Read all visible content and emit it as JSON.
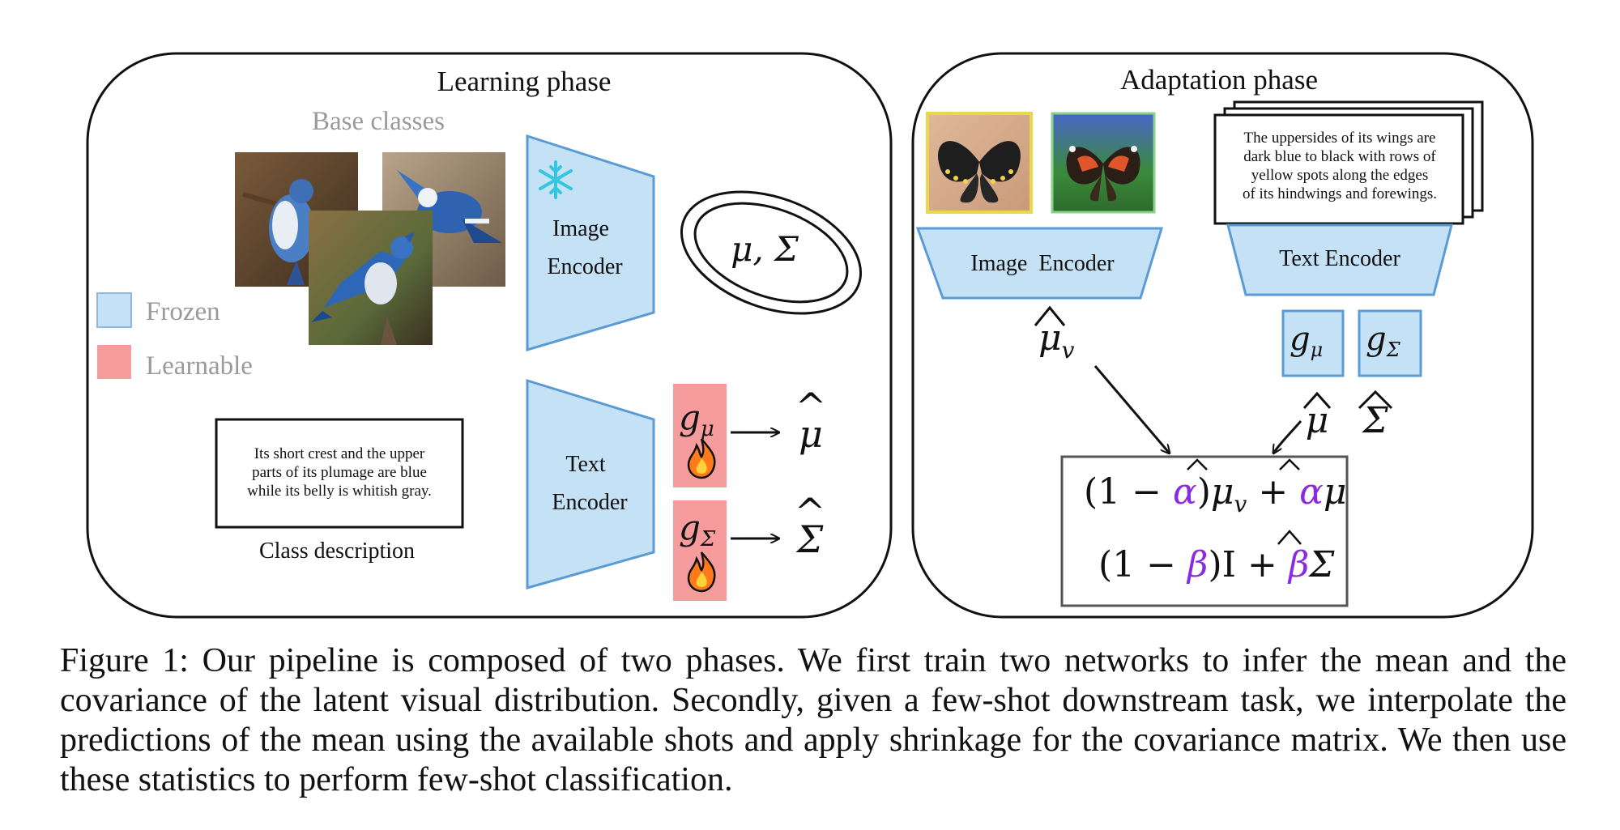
{
  "colors": {
    "frozen": "#c5e1f5",
    "frozen_border": "#5b9bd5",
    "learnable": "#f79c9c",
    "snowflake": "#34c6dd",
    "alpha_beta": "#8a2be2",
    "gray_text": "#9a9a9a"
  },
  "learning": {
    "title": "Learning phase",
    "base_classes_label": "Base classes",
    "legend": {
      "frozen": "Frozen",
      "learnable": "Learnable"
    },
    "images": [
      "blue-jay-photo-1",
      "blue-jay-photo-2",
      "blue-jay-photo-3"
    ],
    "image_encoder": {
      "line1": "Image",
      "line2": "Encoder"
    },
    "text_encoder": {
      "line1": "Text",
      "line2": "Encoder"
    },
    "stats_label": "μ, Σ",
    "g_mu": {
      "g": "g",
      "sub": "μ"
    },
    "g_sigma": {
      "g": "g",
      "sub": "Σ"
    },
    "mu_hat": "μ",
    "sigma_hat": "Σ",
    "hat": "^",
    "description_lines": [
      "Its short crest and the upper",
      "parts of its plumage are blue",
      "while its belly is whitish gray."
    ],
    "class_description_label": "Class description",
    "icons": [
      "snowflake-icon",
      "flame-icon"
    ]
  },
  "adaptation": {
    "title": "Adaptation phase",
    "images": [
      "black-butterfly-photo",
      "red-admiral-butterfly-photo"
    ],
    "description_lines": [
      "The uppersides of its wings are",
      "dark blue to black with rows of",
      "yellow spots along the edges",
      "of its hindwings and forewings."
    ],
    "image_encoder": "Image  Encoder",
    "text_encoder": "Text Encoder",
    "g_mu": {
      "g": "g",
      "sub": "μ"
    },
    "g_sigma": {
      "g": "g",
      "sub": "Σ"
    },
    "mu_v_hat": {
      "base": "μ",
      "sub": "v"
    },
    "mu_hat": "μ",
    "sigma_hat": "Σ",
    "formula1": {
      "open": "(1 − ",
      "coef": "α",
      "close": ")",
      "mu": "μ",
      "sub": "v",
      "plus": " + ",
      "mu2": "μ"
    },
    "formula2": {
      "open": "(1 − ",
      "coef": "β",
      "close": ")I + ",
      "sigma": "Σ"
    }
  },
  "caption": "Figure 1: Our pipeline is composed of two phases. We first train two networks to infer the mean and the covariance of the latent visual distribution. Secondly, given a few-shot downstream task, we interpolate the predictions of the mean using the available shots and apply shrinkage for the covariance matrix. We then use these statistics to perform few-shot classification."
}
